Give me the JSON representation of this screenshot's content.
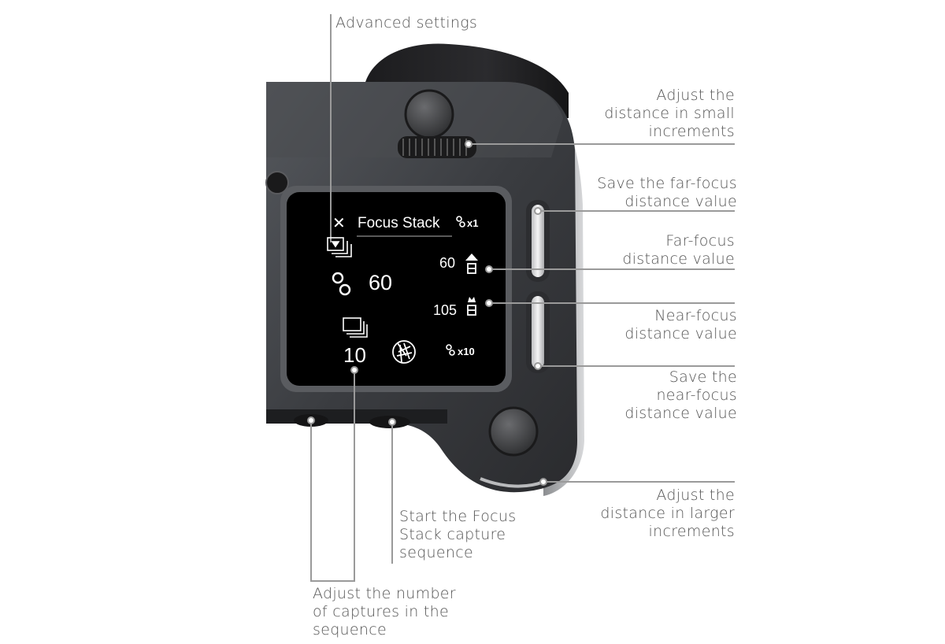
{
  "labels": {
    "advanced_settings": [
      "Advanced settings"
    ],
    "small_increments": [
      "Adjust the",
      "distance in small",
      "increments"
    ],
    "save_far": [
      "Save the far-focus",
      "distance value"
    ],
    "far_value": [
      "Far-focus",
      "distance value"
    ],
    "near_value": [
      "Near-focus",
      "distance value"
    ],
    "save_near": [
      "Save the",
      "near-focus",
      "distance value"
    ],
    "larger_increments": [
      "Adjust the",
      "distance in larger",
      "increments"
    ],
    "start_sequence": [
      "Start the Focus",
      "Stack capture",
      "sequence"
    ],
    "num_captures": [
      "Adjust the number",
      "of captures in the",
      "sequence"
    ]
  },
  "screen": {
    "close_symbol": "✕",
    "title": "Focus Stack",
    "step_top": "x1",
    "step_value": "60",
    "far_value": "60",
    "near_value": "105",
    "captures": "10",
    "step_bottom": "x10"
  },
  "colors": {
    "callout_line": "#9a9a9a",
    "label_text": "#555555",
    "body_dark": "#2e3034",
    "screen_bg": "#000000"
  }
}
